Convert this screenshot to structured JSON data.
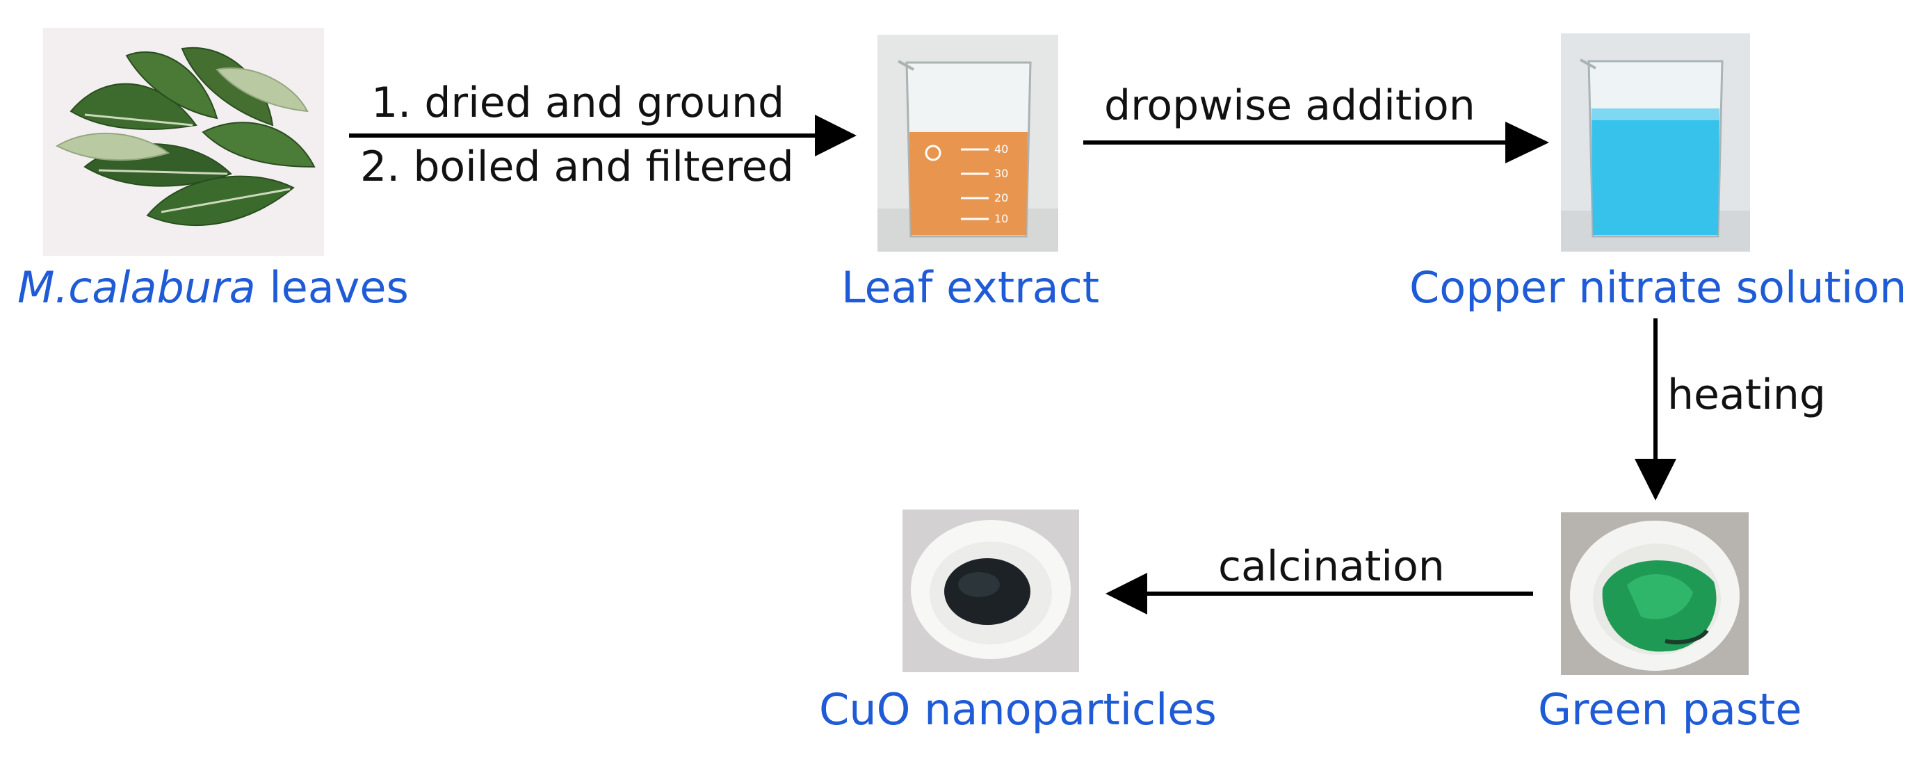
{
  "nodes": {
    "leaves": {
      "label_italic": "M.calabura",
      "label_rest": " leaves",
      "icon": "leaves-photo"
    },
    "extract": {
      "label": "Leaf extract",
      "icon": "orange-beaker-photo"
    },
    "copper": {
      "label": "Copper nitrate solution",
      "icon": "blue-beaker-photo"
    },
    "paste": {
      "label": "Green paste",
      "icon": "green-paste-dish-photo"
    },
    "cuo": {
      "label": "CuO nanoparticles",
      "icon": "black-powder-dish-photo"
    }
  },
  "steps": {
    "step1_line1": "1. dried and ground",
    "step1_line2": "2. boiled and filtered",
    "step2": "dropwise addition",
    "step3": "heating",
    "step4": "calcination"
  },
  "beaker_marks": [
    "40",
    "30",
    "20",
    "10"
  ],
  "colors": {
    "label": "#1f5bd6",
    "arrow": "#000000",
    "extract": "#e8964f",
    "copper": "#36c2ea",
    "paste": "#1f9a55",
    "powder": "#1c2226"
  }
}
